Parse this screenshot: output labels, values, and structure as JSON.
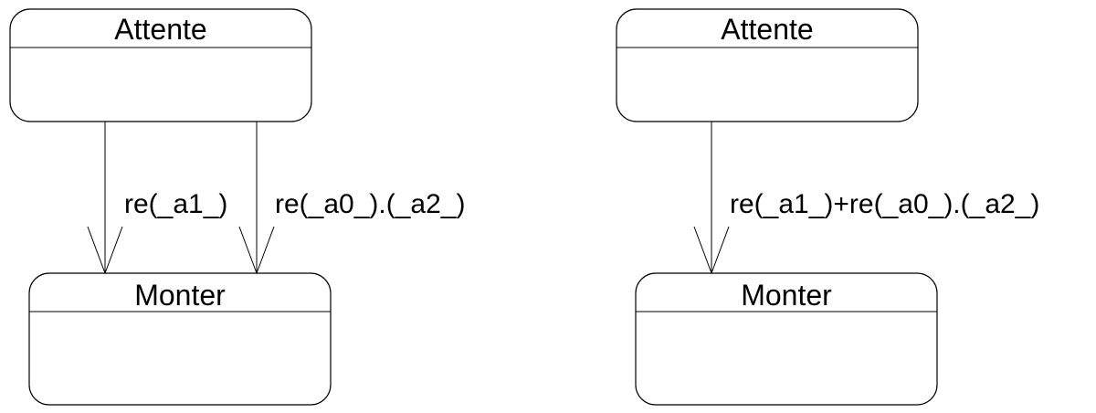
{
  "left_diagram": {
    "source_state": {
      "name": "Attente"
    },
    "target_state": {
      "name": "Monter"
    },
    "transitions": [
      {
        "label": "re(_a1_)"
      },
      {
        "label": "re(_a0_).(_a2_)"
      }
    ]
  },
  "right_diagram": {
    "source_state": {
      "name": "Attente"
    },
    "target_state": {
      "name": "Monter"
    },
    "transitions": [
      {
        "label": "re(_a1_)+re(_a0_).(_a2_)"
      }
    ]
  },
  "colors": {
    "stroke": "#000000",
    "background": "#ffffff"
  }
}
